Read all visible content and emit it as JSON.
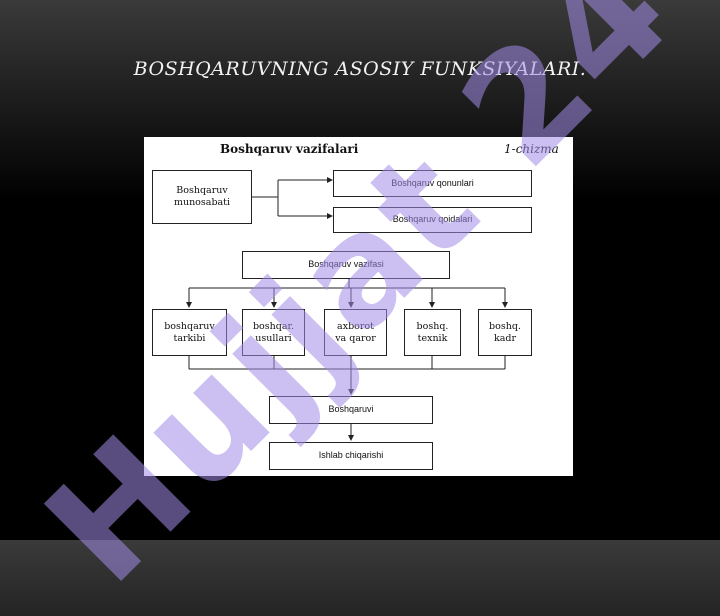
{
  "slide": {
    "title": "BOSHQARUVNING ASOSIY  FUNKSIYALARI."
  },
  "diagram": {
    "title": "Boshqaruv vazifalari",
    "number": "1-chizma",
    "boxes": {
      "munosabati": "Boshqaruv munosabati",
      "qonunlari": "Boshqaruv qonunlari",
      "qoidalari": "Boshqaruv qoidalari",
      "vazifasi": "Boshqaruv vazifasi",
      "tarkibi": "boshqaruv tarkibi",
      "usullari": "boshqar. usullari",
      "axborot": "axborot va qaror",
      "texnik": "boshq. texnik",
      "kadr": "boshq. kadr",
      "boshqaruvi": "Boshqaruvi",
      "ishlab": "Ishlab chiqarishi"
    }
  },
  "watermark": {
    "text": "Hujjat 24",
    "color": "#a08ce6"
  },
  "colors": {
    "background": "#000000",
    "title": "#f2f2f2",
    "diagram_bg": "#ffffff",
    "line": "#222222"
  }
}
